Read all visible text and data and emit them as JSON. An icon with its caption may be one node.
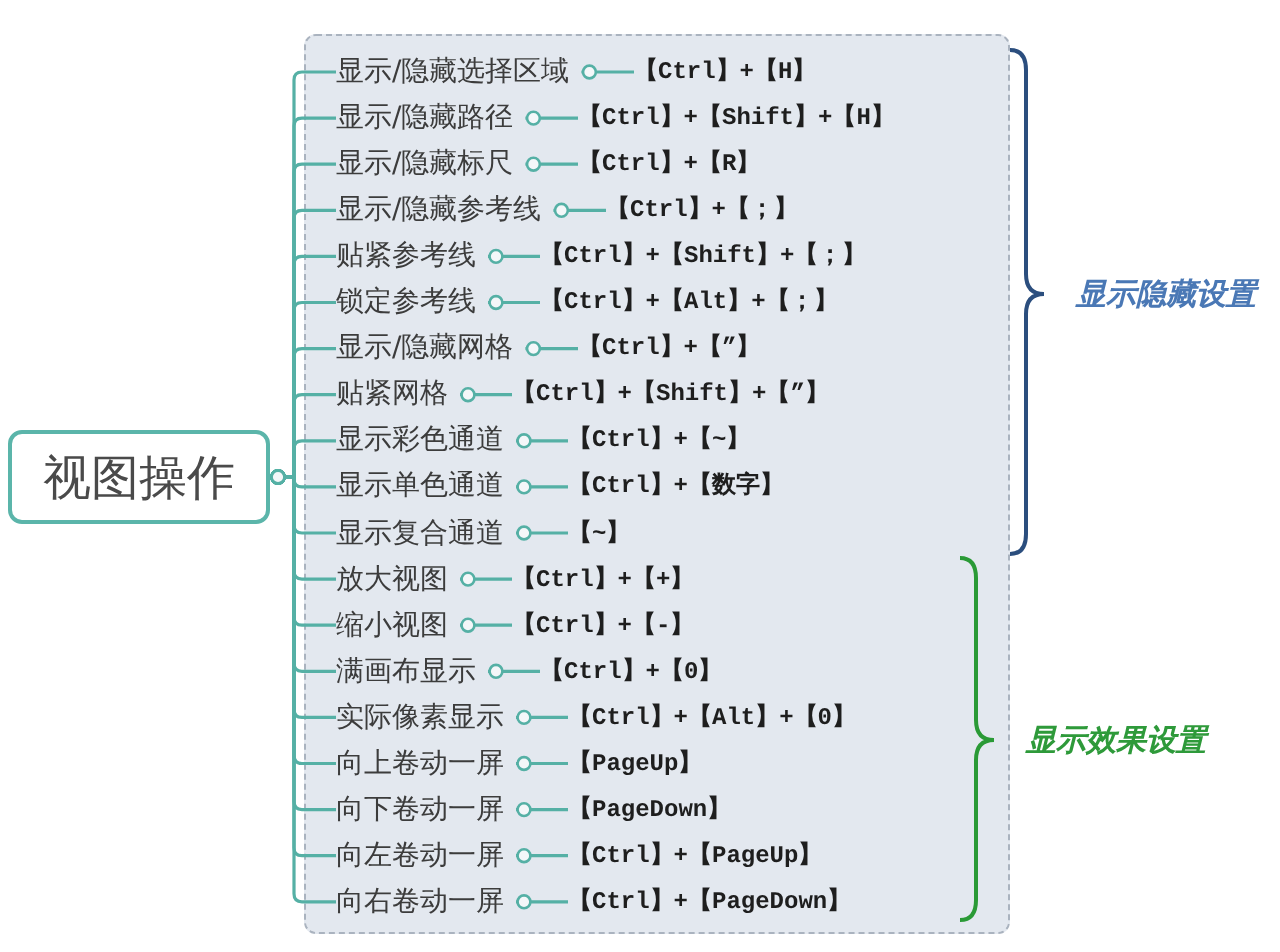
{
  "diagram": {
    "nodes": [
      {
        "text": [
          "视图操作"
        ]
      },
      {
        "text": [],
        "shape": "box"
      },
      {
        "text": [
          "显示/隐藏选择区域"
        ],
        "in": 1
      },
      {
        "text": [
          "【Ctrl】+【H】"
        ],
        "in": 1
      },
      {
        "text": [
          "显示/隐藏路径"
        ],
        "in": 1
      },
      {
        "text": [
          "【Ctrl】+【Shift】+【H】"
        ],
        "in": 1
      },
      {
        "text": [
          "显示/隐藏标尺"
        ],
        "in": 1
      },
      {
        "text": [
          "【Ctrl】+【R】"
        ],
        "in": 1
      },
      {
        "text": [
          "显示/隐藏参考线"
        ],
        "in": 1
      },
      {
        "text": [
          "【Ctrl】+【；】"
        ],
        "in": 1
      },
      {
        "text": [
          "贴紧参考线"
        ],
        "in": 1
      },
      {
        "text": [
          "【Ctrl】+【Shift】+【；】"
        ],
        "in": 1
      },
      {
        "text": [
          "锁定参考线"
        ],
        "in": 1
      },
      {
        "text": [
          "【Ctrl】+【Alt】+【；】"
        ],
        "in": 1
      },
      {
        "text": [
          "显示/隐藏网格"
        ],
        "in": 1
      },
      {
        "text": [
          "【Ctrl】+【”】"
        ],
        "in": 1
      },
      {
        "text": [
          "贴紧网格"
        ],
        "in": 1
      },
      {
        "text": [
          "【Ctrl】+【Shift】+【”】"
        ],
        "in": 1
      },
      {
        "text": [
          "显示彩色通道"
        ],
        "in": 1
      },
      {
        "text": [
          "【Ctrl】+【~】"
        ],
        "in": 1
      },
      {
        "text": [
          "显示单色通道"
        ],
        "in": 1
      },
      {
        "text": [
          "【Ctrl】+【数字】"
        ],
        "in": 1
      },
      {
        "text": [
          "显示复合通道"
        ],
        "in": 1
      },
      {
        "text": [
          "【~】"
        ],
        "in": 1
      },
      {
        "text": [
          "放大视图"
        ],
        "in": 1
      },
      {
        "text": [
          "【Ctrl】+【+】"
        ],
        "in": 1
      },
      {
        "text": [
          "缩小视图"
        ],
        "in": 1
      },
      {
        "text": [
          "【Ctrl】+【-】"
        ],
        "in": 1
      },
      {
        "text": [
          "满画布显示"
        ],
        "in": 1
      },
      {
        "text": [
          "【Ctrl】+【0】"
        ],
        "in": 1
      },
      {
        "text": [
          "实际像素显示"
        ],
        "in": 1
      },
      {
        "text": [
          "【Ctrl】+【Alt】+【0】"
        ],
        "in": 1
      },
      {
        "text": [
          "向上卷动一屏"
        ],
        "in": 1
      },
      {
        "text": [
          "【PageUp】"
        ],
        "in": 1
      },
      {
        "text": [
          "向下卷动一屏"
        ],
        "in": 1
      },
      {
        "text": [
          "【PageDown】"
        ],
        "in": 1
      },
      {
        "text": [
          "向左卷动一屏"
        ],
        "in": 1
      },
      {
        "text": [
          "【Ctrl】+【PageUp】"
        ],
        "in": 1
      },
      {
        "text": [
          "向右卷动一屏"
        ],
        "in": 1
      },
      {
        "text": [
          "【Ctrl】+【PageDown】"
        ],
        "in": 1
      }
    ],
    "edges": [
      {
        "from": 0,
        "to": 2,
        "arrow": "other"
      },
      {
        "from": 0,
        "to": 4,
        "arrow": "other"
      },
      {
        "from": 0,
        "to": 6,
        "arrow": "other"
      },
      {
        "from": 0,
        "to": 8,
        "arrow": "other"
      },
      {
        "from": 0,
        "to": 10,
        "arrow": "other"
      },
      {
        "from": 0,
        "to": 12,
        "arrow": "other"
      },
      {
        "from": 0,
        "to": 14,
        "arrow": "other"
      },
      {
        "from": 0,
        "to": 16,
        "arrow": "other"
      },
      {
        "from": 0,
        "to": 18,
        "arrow": "other"
      },
      {
        "from": 0,
        "to": 20,
        "arrow": "other"
      },
      {
        "from": 0,
        "to": 22,
        "arrow": "other"
      },
      {
        "from": 0,
        "to": 24,
        "arrow": "other"
      },
      {
        "from": 0,
        "to": 26,
        "arrow": "other"
      },
      {
        "from": 0,
        "to": 28,
        "arrow": "other"
      },
      {
        "from": 0,
        "to": 30,
        "arrow": "other"
      },
      {
        "from": 0,
        "to": 32,
        "arrow": "other"
      },
      {
        "from": 0,
        "to": 34,
        "arrow": "other"
      },
      {
        "from": 0,
        "to": 36,
        "arrow": "other"
      },
      {
        "from": 0,
        "to": 38,
        "arrow": "other"
      },
      {
        "from": 2,
        "to": 3,
        "arrow": "other"
      },
      {
        "from": 4,
        "to": 5,
        "arrow": "other"
      },
      {
        "from": 6,
        "to": 7,
        "arrow": "other"
      },
      {
        "from": 8,
        "to": 9,
        "arrow": "other"
      },
      {
        "from": 10,
        "to": 11,
        "arrow": "other"
      },
      {
        "from": 12,
        "to": 13,
        "arrow": "other"
      },
      {
        "from": 14,
        "to": 15,
        "arrow": "other"
      },
      {
        "from": 16,
        "to": 17,
        "arrow": "other"
      },
      {
        "from": 18,
        "to": 19,
        "arrow": "other"
      },
      {
        "from": 20,
        "to": 21,
        "arrow": "other"
      },
      {
        "from": 22,
        "to": 23,
        "arrow": "other"
      },
      {
        "from": 24,
        "to": 25,
        "arrow": "other"
      },
      {
        "from": 26,
        "to": 27,
        "arrow": "other"
      },
      {
        "from": 28,
        "to": 29,
        "arrow": "other"
      },
      {
        "from": 30,
        "to": 31,
        "arrow": "other"
      },
      {
        "from": 32,
        "to": 33,
        "arrow": "other"
      },
      {
        "from": 34,
        "to": 35,
        "arrow": "other"
      },
      {
        "from": 36,
        "to": 37,
        "arrow": "other"
      },
      {
        "from": 38,
        "to": 39,
        "arrow": "other"
      }
    ],
    "labels": [
      "显示隐藏设置",
      "显示效果设置"
    ]
  }
}
